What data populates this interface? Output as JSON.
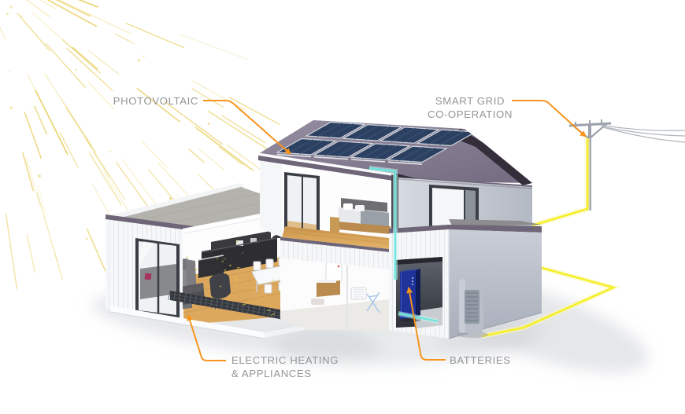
{
  "labels": {
    "photovoltaic": {
      "text": "PHOTOVOLTAIC"
    },
    "smart_grid": {
      "line1": "SMART GRID",
      "line2": "CO-OPERATION"
    },
    "electric_heating": {
      "line1": "ELECTRIC HEATING",
      "line2": "& APPLIANCES"
    },
    "batteries": {
      "text": "BATTERIES"
    }
  },
  "house": {
    "solar_panels": {
      "rows": 2,
      "cols": 4
    }
  },
  "colors": {
    "orange": "#F7941E",
    "cable_yellow": "#F5EF2D",
    "cable_cyan": "#6FE6DE",
    "sun_ray": "#E9D065",
    "sun_ray_pale": "#F3E7AC",
    "label_text": "#939598",
    "roof_purple": "#877E92",
    "roof_fascia": "#6E6578",
    "trim_dark": "#332E3A",
    "panel_blue": "#2C4162",
    "panel_frame": "#D2D6DD",
    "wall_white": "#F6F7F9",
    "wall_gray": "#BDC3CD",
    "concrete": "#B4B2AC",
    "wood_floor": "#DCA85E",
    "kitchen_dark": "#2E2E32",
    "grid_dark": "#34383E",
    "battery_blue": "#1F339A",
    "battery_side": "#121D55",
    "shadow": "#CDD0D4",
    "pole_gray": "#9BA2AB",
    "heat_speckle": "#DDC83F"
  }
}
